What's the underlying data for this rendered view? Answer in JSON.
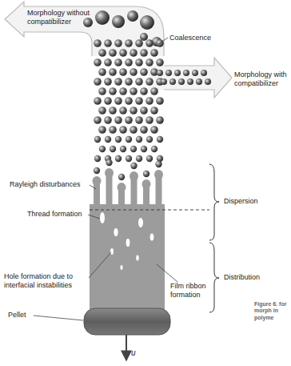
{
  "diagram": {
    "caption": "Figure 6. for morph in polyme",
    "labels": [
      "Morphology without compatibilizer",
      "Coalescence",
      "Morphology with compatibilizer",
      "Rayleigh disturbances",
      "Dispersion",
      "Thread formation",
      "Distribution",
      "Hole formation due to interfacial instabilities",
      "Film ribbon formation",
      "Pellet",
      "u"
    ]
  }
}
